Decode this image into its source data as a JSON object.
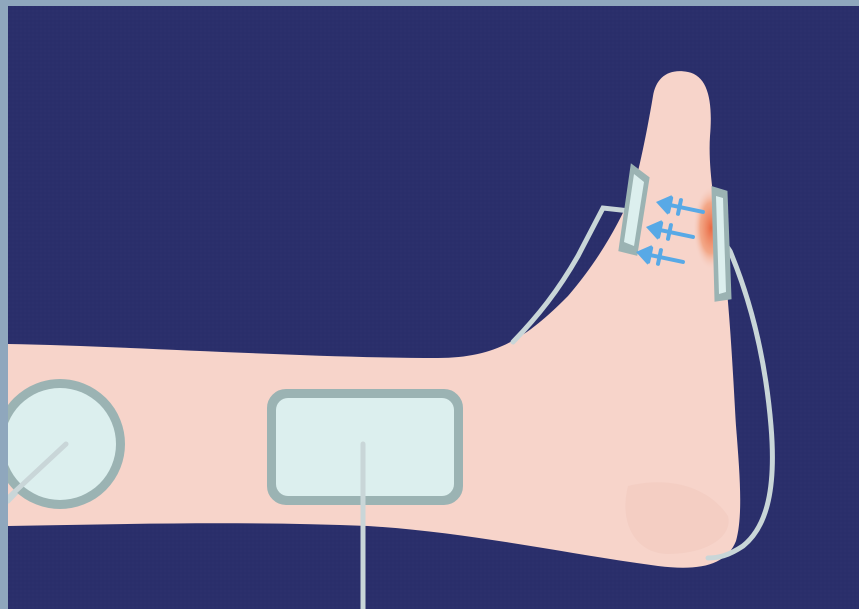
{
  "illustration": {
    "subject": "tens-electrodes-on-lower-leg-and-foot",
    "colors": {
      "background": "#2a2f6b",
      "skin": "#f7d4ca",
      "skin_shadow": "#efc2b6",
      "pad_fill": "#dcefee",
      "pad_border": "#9bb3b3",
      "wire": "#c9d6d8",
      "arrow": "#58a9e6",
      "pain": "#e8643c",
      "frame": "#8fa7bd"
    },
    "icons": [
      "round-electrode-pad",
      "rectangular-electrode-pad",
      "toe-electrode-pad-top",
      "toe-electrode-pad-bottom",
      "current-arrow-icon",
      "pain-spot"
    ],
    "arrow_count": 3
  }
}
